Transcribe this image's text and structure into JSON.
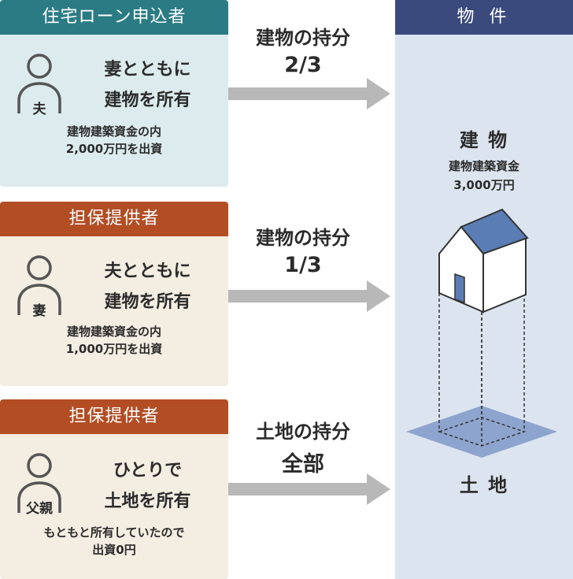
{
  "applicant": {
    "header": "住宅ローン申込者",
    "role": "夫",
    "main_line1": "妻とともに",
    "main_line2": "建物を所有",
    "sub_line1": "建物建築資金の内",
    "sub_line2": "2,000万円を出資"
  },
  "guarantor1": {
    "header": "担保提供者",
    "role": "妻",
    "main_line1": "夫とともに",
    "main_line2": "建物を所有",
    "sub_line1": "建物建築資金の内",
    "sub_line2": "1,000万円を出資"
  },
  "guarantor2": {
    "header": "担保提供者",
    "role": "父親",
    "main_line1": "ひとりで",
    "main_line2": "土地を所有",
    "sub_line1": "もともと所有していたので",
    "sub_line2": "出資0円"
  },
  "arrows": [
    {
      "label": "建物の持分",
      "value": "2/3"
    },
    {
      "label": "建物の持分",
      "value": "1/3"
    },
    {
      "label": "土地の持分",
      "value": "全部"
    }
  ],
  "property": {
    "header": "物 件",
    "building_title": "建 物",
    "building_sub1": "建物建築資金",
    "building_sub2": "3,000万円",
    "land_title": "土 地"
  },
  "colors": {
    "applicant_header": "#2b7b84",
    "applicant_bg": "#dcecee",
    "guarantor_header": "#b34d24",
    "guarantor_bg": "#f4ede2",
    "property_header": "#3a4a7d",
    "property_bg": "#dce5ef",
    "arrow": "#b8b8b8",
    "roof": "#5b7db5",
    "land": "#7f9ac8"
  }
}
